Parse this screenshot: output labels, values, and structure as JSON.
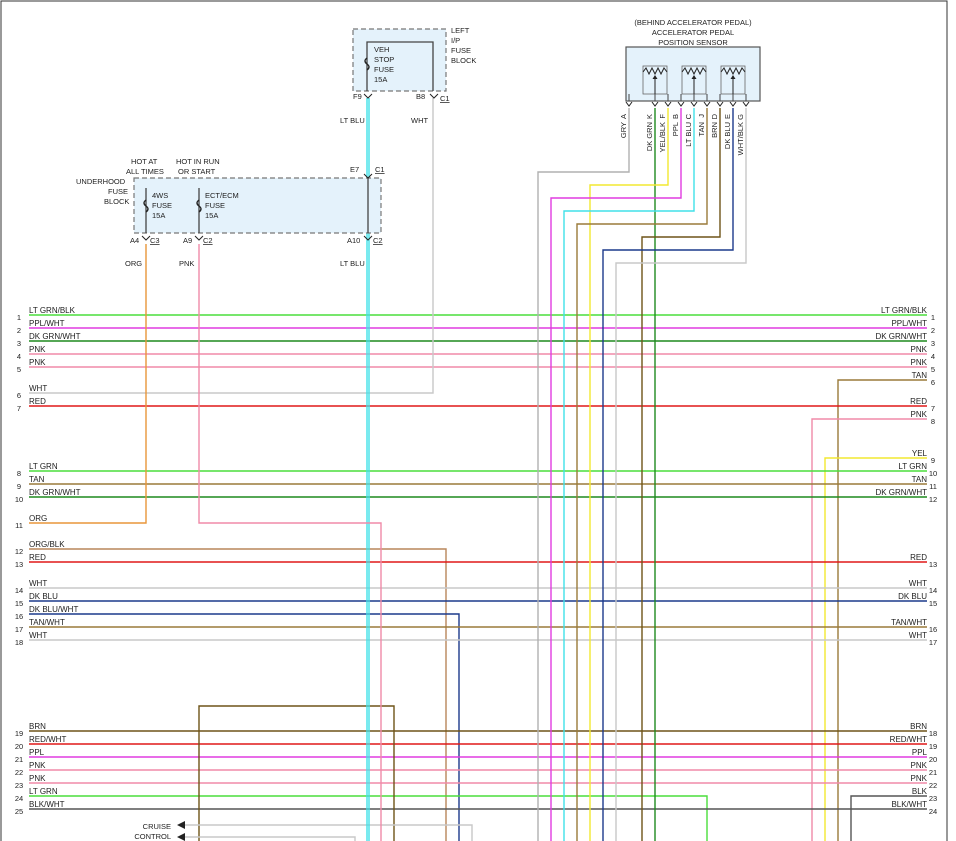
{
  "fuse_block_left_ip": {
    "title": [
      "LEFT",
      "I/P",
      "FUSE",
      "BLOCK"
    ],
    "fuse": [
      "VEH",
      "STOP",
      "FUSE",
      "15A"
    ],
    "pin_in": "F9",
    "pin_out": "B8",
    "connector": "C1",
    "wire_in": "LT BLU",
    "wire_out": "WHT"
  },
  "fuse_block_underhood": {
    "title": [
      "UNDERHOOD",
      "FUSE",
      "BLOCK"
    ],
    "hot1": [
      "HOT AT",
      "ALL TIMES"
    ],
    "hot2": [
      "HOT IN RUN",
      "OR START"
    ],
    "fuse1": [
      "4WS",
      "FUSE",
      "15A"
    ],
    "fuse2": [
      "ECT/ECM",
      "FUSE",
      "15A"
    ],
    "pin_top": "E7",
    "conn_top": "C1",
    "pin1": "A4",
    "conn1": "C3",
    "pin2": "A9",
    "conn2": "C2",
    "pin3": "A10",
    "conn3": "C2",
    "wire1": "ORG",
    "wire2": "PNK",
    "wire3": "LT BLU"
  },
  "sensor": {
    "title": [
      "(BEHIND ACCELERATOR PEDAL)",
      "ACCELERATOR PEDAL",
      "POSITION SENSOR"
    ],
    "pins": [
      {
        "pin": "A",
        "wire": "GRY"
      },
      {
        "pin": "K",
        "wire": "DK GRN"
      },
      {
        "pin": "F",
        "wire": "YEL/BLK"
      },
      {
        "pin": "B",
        "wire": "PPL"
      },
      {
        "pin": "C",
        "wire": "LT BLU"
      },
      {
        "pin": "J",
        "wire": "TAN"
      },
      {
        "pin": "D",
        "wire": "BRN"
      },
      {
        "pin": "E",
        "wire": "DK BLU"
      },
      {
        "pin": "G",
        "wire": "WHT/BLK"
      }
    ]
  },
  "left_rows": [
    {
      "n": "1",
      "label": "LT GRN/BLK"
    },
    {
      "n": "2",
      "label": "PPL/WHT"
    },
    {
      "n": "3",
      "label": "DK GRN/WHT"
    },
    {
      "n": "4",
      "label": "PNK"
    },
    {
      "n": "5",
      "label": "PNK"
    },
    {
      "n": "6",
      "label": "WHT"
    },
    {
      "n": "7",
      "label": "RED"
    },
    {
      "n": "8",
      "label": "LT GRN"
    },
    {
      "n": "9",
      "label": "TAN"
    },
    {
      "n": "10",
      "label": "DK GRN/WHT"
    },
    {
      "n": "11",
      "label": "ORG"
    },
    {
      "n": "12",
      "label": "ORG/BLK"
    },
    {
      "n": "13",
      "label": "RED"
    },
    {
      "n": "14",
      "label": "WHT"
    },
    {
      "n": "15",
      "label": "DK BLU"
    },
    {
      "n": "16",
      "label": "DK BLU/WHT"
    },
    {
      "n": "17",
      "label": "TAN/WHT"
    },
    {
      "n": "18",
      "label": "WHT"
    },
    {
      "n": "19",
      "label": "BRN"
    },
    {
      "n": "20",
      "label": "RED/WHT"
    },
    {
      "n": "21",
      "label": "PPL"
    },
    {
      "n": "22",
      "label": "PNK"
    },
    {
      "n": "23",
      "label": "PNK"
    },
    {
      "n": "24",
      "label": "LT GRN"
    },
    {
      "n": "25",
      "label": "BLK/WHT"
    }
  ],
  "right_rows": [
    {
      "n": "1",
      "label": "LT GRN/BLK"
    },
    {
      "n": "2",
      "label": "PPL/WHT"
    },
    {
      "n": "3",
      "label": "DK GRN/WHT"
    },
    {
      "n": "4",
      "label": "PNK"
    },
    {
      "n": "5",
      "label": "PNK"
    },
    {
      "n": "6",
      "label": "TAN"
    },
    {
      "n": "7",
      "label": "RED"
    },
    {
      "n": "8",
      "label": "PNK"
    },
    {
      "n": "9",
      "label": "YEL"
    },
    {
      "n": "10",
      "label": "LT GRN"
    },
    {
      "n": "11",
      "label": "TAN"
    },
    {
      "n": "12",
      "label": "DK GRN/WHT"
    },
    {
      "n": "13",
      "label": "RED"
    },
    {
      "n": "14",
      "label": "WHT"
    },
    {
      "n": "15",
      "label": "DK BLU"
    },
    {
      "n": "16",
      "label": "TAN/WHT"
    },
    {
      "n": "17",
      "label": "WHT"
    },
    {
      "n": "18",
      "label": "BRN"
    },
    {
      "n": "19",
      "label": "RED/WHT"
    },
    {
      "n": "20",
      "label": "PPL"
    },
    {
      "n": "21",
      "label": "PNK"
    },
    {
      "n": "22",
      "label": "PNK"
    },
    {
      "n": "23",
      "label": "BLK"
    },
    {
      "n": "24",
      "label": "BLK/WHT"
    }
  ],
  "cruise_control": [
    "CRUISE",
    "CONTROL"
  ],
  "colors": {
    "lt_grn": "#4ade3c",
    "dk_grn": "#1f8a1f",
    "ppl": "#e03ce0",
    "pnk": "#f08aa8",
    "wht": "#c8c8c8",
    "red": "#e01818",
    "tan": "#9a7a3a",
    "org": "#e8963a",
    "org_blk": "#b8865a",
    "dk_blu": "#1c3a8c",
    "lt_blu": "#40e0e8",
    "brn": "#6e5418",
    "yel": "#f2e830",
    "blk": "#555555",
    "gry": "#b0b0b0",
    "fuse_fill": "#e4f2fb"
  }
}
